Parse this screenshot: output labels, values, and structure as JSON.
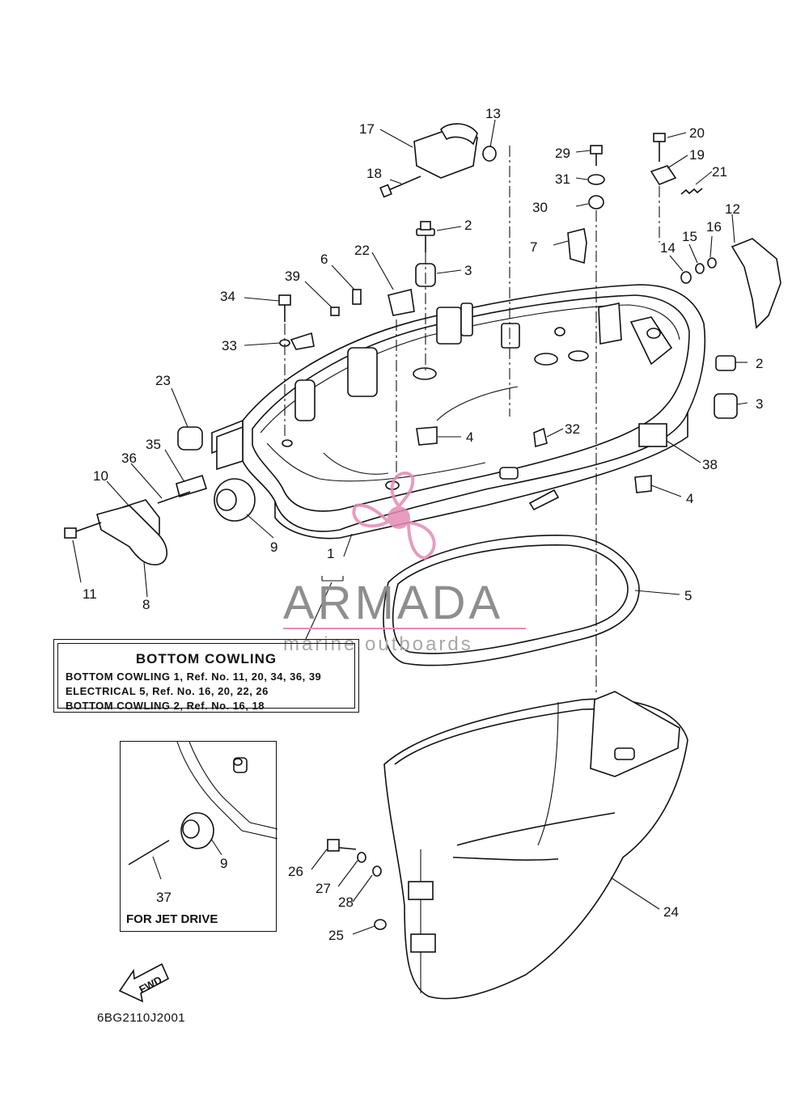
{
  "callouts": [
    {
      "id": "c1",
      "text": "1"
    },
    {
      "id": "c2a",
      "text": "2"
    },
    {
      "id": "c2b",
      "text": "2"
    },
    {
      "id": "c3a",
      "text": "3"
    },
    {
      "id": "c3b",
      "text": "3"
    },
    {
      "id": "c4a",
      "text": "4"
    },
    {
      "id": "c4b",
      "text": "4"
    },
    {
      "id": "c5",
      "text": "5"
    },
    {
      "id": "c6",
      "text": "6"
    },
    {
      "id": "c7",
      "text": "7"
    },
    {
      "id": "c8",
      "text": "8"
    },
    {
      "id": "c9",
      "text": "9"
    },
    {
      "id": "c9b",
      "text": "9"
    },
    {
      "id": "c10",
      "text": "10"
    },
    {
      "id": "c11",
      "text": "11"
    },
    {
      "id": "c12",
      "text": "12"
    },
    {
      "id": "c13",
      "text": "13"
    },
    {
      "id": "c14",
      "text": "14"
    },
    {
      "id": "c15",
      "text": "15"
    },
    {
      "id": "c16",
      "text": "16"
    },
    {
      "id": "c17",
      "text": "17"
    },
    {
      "id": "c18",
      "text": "18"
    },
    {
      "id": "c19",
      "text": "19"
    },
    {
      "id": "c20",
      "text": "20"
    },
    {
      "id": "c21",
      "text": "21"
    },
    {
      "id": "c22",
      "text": "22"
    },
    {
      "id": "c23",
      "text": "23"
    },
    {
      "id": "c24",
      "text": "24"
    },
    {
      "id": "c25",
      "text": "25"
    },
    {
      "id": "c26",
      "text": "26"
    },
    {
      "id": "c27",
      "text": "27"
    },
    {
      "id": "c28",
      "text": "28"
    },
    {
      "id": "c29",
      "text": "29"
    },
    {
      "id": "c30",
      "text": "30"
    },
    {
      "id": "c31",
      "text": "31"
    },
    {
      "id": "c32",
      "text": "32"
    },
    {
      "id": "c33",
      "text": "33"
    },
    {
      "id": "c34",
      "text": "34"
    },
    {
      "id": "c35",
      "text": "35"
    },
    {
      "id": "c36",
      "text": "36"
    },
    {
      "id": "c37",
      "text": "37"
    },
    {
      "id": "c38",
      "text": "38"
    },
    {
      "id": "c39",
      "text": "39"
    }
  ],
  "legend": {
    "title": "BOTTOM  COWLING",
    "rows": [
      "BOTTOM  COWLING 1,  Ref.  No. 11, 20, 34, 36, 39",
      "ELECTRICAL 5,  Ref.  No. 16,  20,  22,  26",
      "BOTTOM  COWLING 2,  Ref.  No. 16,  18"
    ]
  },
  "inset": {
    "caption": "FOR JET DRIVE"
  },
  "fwd_label": "FWD",
  "diagram_code": "6BG2110J2001",
  "watermark": {
    "brand": "ARMADA",
    "tagline": "marine outboards",
    "accent_color": "#e58bb5",
    "text_color": "#8e8e8e"
  }
}
